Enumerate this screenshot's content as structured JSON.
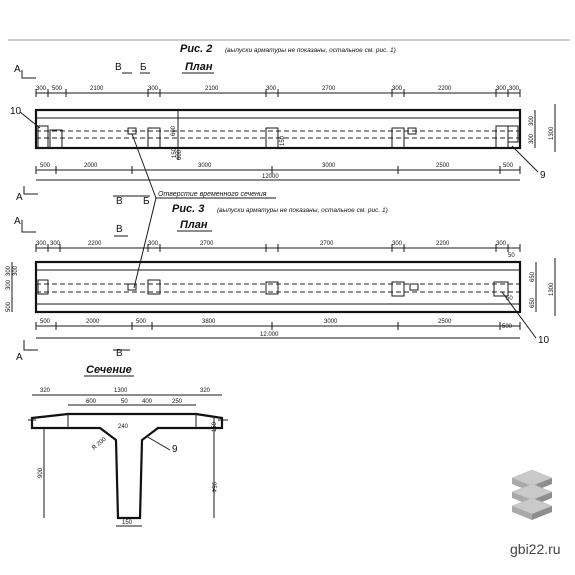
{
  "fig2": {
    "title": "Рис. 2",
    "note": "(выпуски арматуры не показаны, остальное  см. рис. 1)",
    "plan": "План",
    "section_marks": [
      "А",
      "В",
      "Б",
      "А",
      "В",
      "Б"
    ],
    "top_dims": [
      "300",
      "500",
      "2100",
      "300",
      "2100",
      "300",
      "2700",
      "300",
      "2200",
      "300",
      "300"
    ],
    "bottom_dims": [
      "500",
      "2000",
      "3000",
      "3000",
      "2500",
      "500"
    ],
    "total": "12000",
    "side_dims": [
      "300",
      "300",
      "1300"
    ],
    "mid_dims": [
      "600",
      "600",
      "150",
      "150"
    ],
    "callouts": [
      "10",
      "9"
    ],
    "hole_label": "Отверстие временного сечения"
  },
  "fig3": {
    "title": "Рис. 3",
    "note": "(выпуски арматуры не показаны, остальное  см. рис. 1)",
    "plan": "План",
    "section_marks": [
      "А",
      "В",
      "А",
      "В"
    ],
    "top_dims": [
      "300",
      "300",
      "2200",
      "300",
      "2700",
      "2700",
      "300",
      "2200",
      "300",
      "50"
    ],
    "bottom_dims": [
      "500",
      "2000",
      "500",
      "3800",
      "3000",
      "2500",
      "500"
    ],
    "total": "12.000",
    "left_dims": [
      "300",
      "300",
      "300",
      "500"
    ],
    "right_dims": [
      "650",
      "650",
      "1300",
      "50"
    ],
    "callouts": [
      "10"
    ]
  },
  "section": {
    "title": "Сечение",
    "top_dims": [
      "320",
      "1300",
      "320"
    ],
    "inner_dims": [
      "600",
      "50",
      "400",
      "250"
    ],
    "side_dims": [
      "150",
      "240",
      "900",
      "954",
      "150"
    ],
    "radius": "R 200",
    "bottom_dim": "150",
    "callouts": [
      "9"
    ]
  },
  "watermark": "gbi22.ru",
  "logo_icon": "stacked-slabs-icon"
}
